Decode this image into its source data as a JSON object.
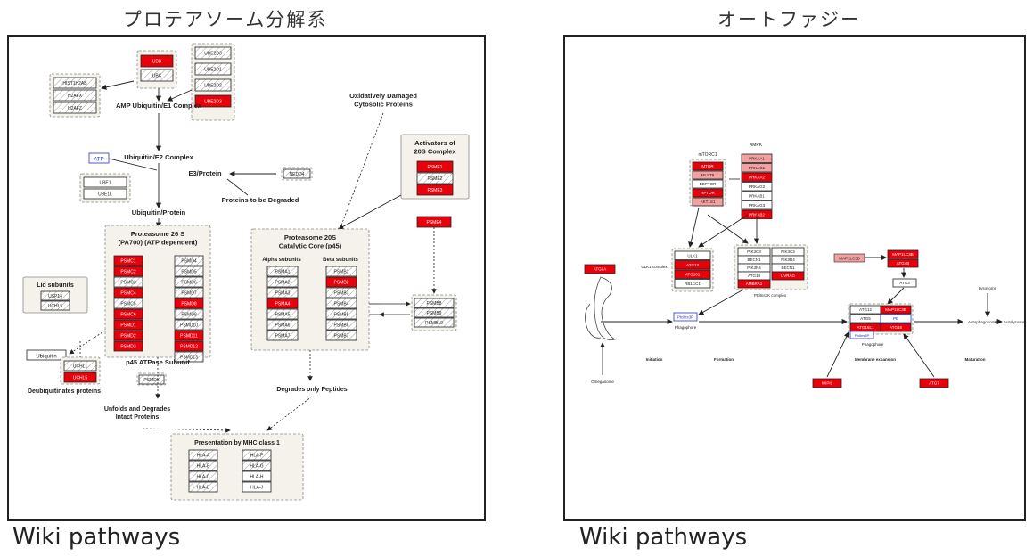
{
  "left": {
    "title": "プロテアソーム分解系",
    "caption": "Wiki pathways",
    "labels": {
      "amp_complex": "AMP Ubiquitin/E1 Complex",
      "e2_complex": "Ubiquitin/E2 Complex",
      "e3": "E3/Protein",
      "ub_protein": "Ubiquitin/Protein",
      "to_degrade": "Proteins to be Degraded",
      "oxidized": "Oxidatively Damaged\nCytosolic Proteins",
      "activators": "Activators of\n20S Complex",
      "p26_title": "Proteasome 26 S\n(PA700) (ATP dependent)",
      "p20_title": "Proteasome 20S\nCatalytic Core (p45)",
      "alpha": "Alpha subunits",
      "beta": "Beta subunits",
      "lid": "Lid subunits",
      "p45": "p45 ATPase Subunit",
      "deubiq": "Deubiquitinates proteins",
      "ubiquitin": "Ubiquitin",
      "unfolds": "Unfolds and Degrades\nIntact Proteins",
      "degrades_peptides": "Degrades only Peptides",
      "mhc": "Presentation by MHC class 1",
      "atp": "ATP"
    },
    "genes": {
      "ubb_group": [
        {
          "name": "UBB",
          "hl": "red"
        },
        {
          "name": "UBC",
          "hl": "none"
        }
      ],
      "ube2_group": [
        {
          "name": "UBE2D3",
          "hl": "none"
        },
        {
          "name": "UBE2D1",
          "hl": "none"
        },
        {
          "name": "UBE2D2",
          "hl": "none"
        },
        {
          "name": "UBE2D3",
          "hl": "red"
        }
      ],
      "hist_group": [
        {
          "name": "HIST1H2AB",
          "hl": "none"
        },
        {
          "name": "H2AFX",
          "hl": "none"
        },
        {
          "name": "H2AFZ",
          "hl": "none"
        }
      ],
      "ube1_group": [
        {
          "name": "UBE1",
          "hl": "white"
        },
        {
          "name": "UBE1L",
          "hl": "white"
        }
      ],
      "nedd4": [
        {
          "name": "NEDD4",
          "hl": "none"
        }
      ],
      "activators": [
        {
          "name": "PSME1",
          "hl": "red"
        },
        {
          "name": "PSME2",
          "hl": "none"
        },
        {
          "name": "PSME3",
          "hl": "red"
        }
      ],
      "psme4": [
        {
          "name": "PSME4",
          "hl": "red"
        }
      ],
      "p26_left": [
        {
          "name": "PSMC1",
          "hl": "red"
        },
        {
          "name": "PSMC2",
          "hl": "red"
        },
        {
          "name": "PSMC3",
          "hl": "none"
        },
        {
          "name": "PSMC4",
          "hl": "red"
        },
        {
          "name": "PSMC5",
          "hl": "none"
        },
        {
          "name": "PSMC6",
          "hl": "red"
        },
        {
          "name": "PSMD1",
          "hl": "red"
        },
        {
          "name": "PSMD2",
          "hl": "red"
        },
        {
          "name": "PSMD3",
          "hl": "red"
        }
      ],
      "p26_right": [
        {
          "name": "PSMD4",
          "hl": "none"
        },
        {
          "name": "PSMD5",
          "hl": "none"
        },
        {
          "name": "PSMD6",
          "hl": "none"
        },
        {
          "name": "PSMD7",
          "hl": "none"
        },
        {
          "name": "PSMD8",
          "hl": "red"
        },
        {
          "name": "PSMD9",
          "hl": "none"
        },
        {
          "name": "PSMD10",
          "hl": "none"
        },
        {
          "name": "PSMD11",
          "hl": "red"
        },
        {
          "name": "PSMD12",
          "hl": "red"
        },
        {
          "name": "PSMD13",
          "hl": "none"
        }
      ],
      "alpha": [
        {
          "name": "PSMA1",
          "hl": "none"
        },
        {
          "name": "PSMA2",
          "hl": "none"
        },
        {
          "name": "PSMA3",
          "hl": "none"
        },
        {
          "name": "PSMA4",
          "hl": "red"
        },
        {
          "name": "PSMA5",
          "hl": "none"
        },
        {
          "name": "PSMA6",
          "hl": "none"
        },
        {
          "name": "PSMA7",
          "hl": "none"
        }
      ],
      "beta": [
        {
          "name": "PSMB1",
          "hl": "none"
        },
        {
          "name": "PSMB2",
          "hl": "red"
        },
        {
          "name": "PSMB3",
          "hl": "none"
        },
        {
          "name": "PSMB4",
          "hl": "none"
        },
        {
          "name": "PSMB5",
          "hl": "none"
        },
        {
          "name": "PSMB6",
          "hl": "none"
        },
        {
          "name": "PSMB7",
          "hl": "none"
        }
      ],
      "beta_i": [
        {
          "name": "PSMB8",
          "hl": "none"
        },
        {
          "name": "PSMB9",
          "hl": "none"
        },
        {
          "name": "PSMB10",
          "hl": "none"
        }
      ],
      "lid": [
        {
          "name": "USP14",
          "hl": "none"
        },
        {
          "name": "UCHL5",
          "hl": "none"
        }
      ],
      "deub": [
        {
          "name": "UCHL1",
          "hl": "none"
        },
        {
          "name": "UCHL5",
          "hl": "red"
        }
      ],
      "p45": [
        {
          "name": "PSMD5",
          "hl": "none"
        }
      ],
      "mhc_left": [
        {
          "name": "HLA-A",
          "hl": "none"
        },
        {
          "name": "HLA-B",
          "hl": "none"
        },
        {
          "name": "HLA-C",
          "hl": "none"
        },
        {
          "name": "HLA-E",
          "hl": "none"
        }
      ],
      "mhc_right": [
        {
          "name": "HLA-F",
          "hl": "none"
        },
        {
          "name": "HLA-G",
          "hl": "none"
        },
        {
          "name": "HLA-H",
          "hl": "white"
        },
        {
          "name": "HLA-J",
          "hl": "white"
        }
      ]
    }
  },
  "right": {
    "title": "オートファジー",
    "caption": "Wiki pathways",
    "labels": {
      "mtorc1": "mTORC1",
      "ampk": "AMPK",
      "ulk1_complex": "ULK1 complex",
      "pi3k_complex": "PtdIns3K complex",
      "ptdins3p": "PtdIns3P",
      "phagophore": "Phagophore",
      "phagophore2": "Phagophore",
      "initiation": "Initiation",
      "formation": "Formation",
      "membrane": "Membrane expansion",
      "maturation": "Maturation",
      "omegasome": "Omegasome",
      "lysosome": "Lysosome",
      "autophagosome": "Autophagosome",
      "autolysosome": "Autolysosome"
    },
    "genes": {
      "mtorc1": [
        {
          "name": "MTOR",
          "hl": "red"
        },
        {
          "name": "MLST8",
          "hl": "pink"
        },
        {
          "name": "DEPTOR",
          "hl": "white"
        },
        {
          "name": "RPTOR",
          "hl": "red"
        },
        {
          "name": "AKT1S1",
          "hl": "pink"
        }
      ],
      "ampk": [
        {
          "name": "PRKAA1",
          "hl": "pink"
        },
        {
          "name": "PRKAG1",
          "hl": "pink"
        },
        {
          "name": "PRKAA2",
          "hl": "red"
        },
        {
          "name": "PRKAG2",
          "hl": "white"
        },
        {
          "name": "PRKAB1",
          "hl": "white"
        },
        {
          "name": "PRKAG3",
          "hl": "white"
        },
        {
          "name": "PRKAB2",
          "hl": "red"
        }
      ],
      "ulk1": [
        {
          "name": "ULK1",
          "hl": "white"
        },
        {
          "name": "ATG13",
          "hl": "red"
        },
        {
          "name": "ATG101",
          "hl": "red"
        },
        {
          "name": "RB1CC1",
          "hl": "white"
        }
      ],
      "pi3k_left": [
        {
          "name": "PIK3C3",
          "hl": "white"
        },
        {
          "name": "BECN1",
          "hl": "white"
        },
        {
          "name": "PIK3R4",
          "hl": "white"
        },
        {
          "name": "ATG14",
          "hl": "white"
        },
        {
          "name": "AMBRA1",
          "hl": "red"
        }
      ],
      "pi3k_right": [
        {
          "name": "PIK3C3",
          "hl": "white"
        },
        {
          "name": "PIK3R4",
          "hl": "white"
        },
        {
          "name": "BECN1",
          "hl": "white"
        },
        {
          "name": "UVRAG",
          "hl": "red"
        }
      ],
      "atg9": [
        {
          "name": "ATG9A",
          "hl": "red"
        }
      ],
      "map1lc3": [
        {
          "name": "MAP1LC3B",
          "hl": "pink"
        }
      ],
      "lc3_red": [
        {
          "name": "MAP1LC3B",
          "hl": "red"
        }
      ],
      "atg4": [
        {
          "name": "ATG4B",
          "hl": "red"
        }
      ],
      "atg3": [
        {
          "name": "ATG3",
          "hl": "white"
        }
      ],
      "atg12_left": [
        {
          "name": "ATG12",
          "hl": "white"
        },
        {
          "name": "ATG5",
          "hl": "white"
        },
        {
          "name": "ATG16L1",
          "hl": "red"
        }
      ],
      "atg12_right": [
        {
          "name": "MAP1LC3B",
          "hl": "red"
        },
        {
          "name": "PE",
          "hl": "blue"
        },
        {
          "name": "ATG16",
          "hl": "red"
        }
      ],
      "wipi": [
        {
          "name": "WIPI1",
          "hl": "red"
        }
      ],
      "atg7": [
        {
          "name": "ATG7",
          "hl": "red"
        }
      ]
    }
  }
}
